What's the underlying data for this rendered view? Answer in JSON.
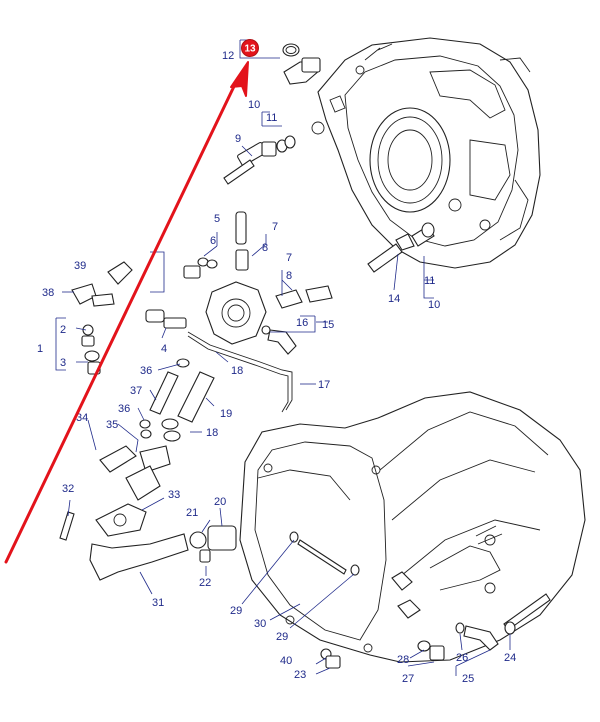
{
  "colors": {
    "label": "#1f2a8a",
    "line": "#222222",
    "arrow": "#e3131b",
    "highlight": "#e3131b"
  },
  "highlighted_part": "13",
  "labels": {
    "p1": "1",
    "p2": "2",
    "p3": "3",
    "p4": "4",
    "p5": "5",
    "p6": "6",
    "p7": "7",
    "p8": "8",
    "p9": "9",
    "p10": "10",
    "p10b": "10",
    "p11": "11",
    "p11b": "11",
    "p12": "12",
    "p13": "13",
    "p14": "14",
    "p15": "15",
    "p16": "16",
    "p17": "17",
    "p18": "18",
    "p18b": "18",
    "p19": "19",
    "p20": "20",
    "p21": "21",
    "p22": "22",
    "p23": "23",
    "p24": "24",
    "p25": "25",
    "p26": "26",
    "p27": "27",
    "p28": "28",
    "p29": "29",
    "p29b": "29",
    "p30": "30",
    "p31": "31",
    "p32": "32",
    "p33": "33",
    "p34": "34",
    "p35": "35",
    "p36": "36",
    "p36b": "36",
    "p37": "37",
    "p38": "38",
    "p39": "39",
    "p40": "40"
  }
}
